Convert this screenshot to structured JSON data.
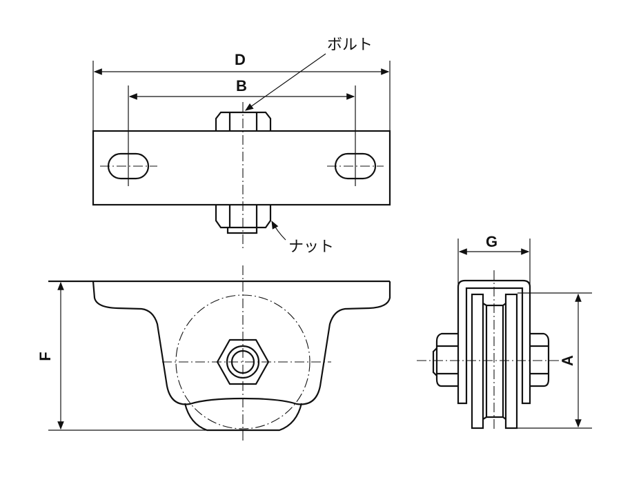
{
  "labels": {
    "D": "D",
    "B": "B",
    "F": "F",
    "G": "G",
    "A": "A",
    "bolt": "ボルト",
    "nut": "ナット"
  }
}
